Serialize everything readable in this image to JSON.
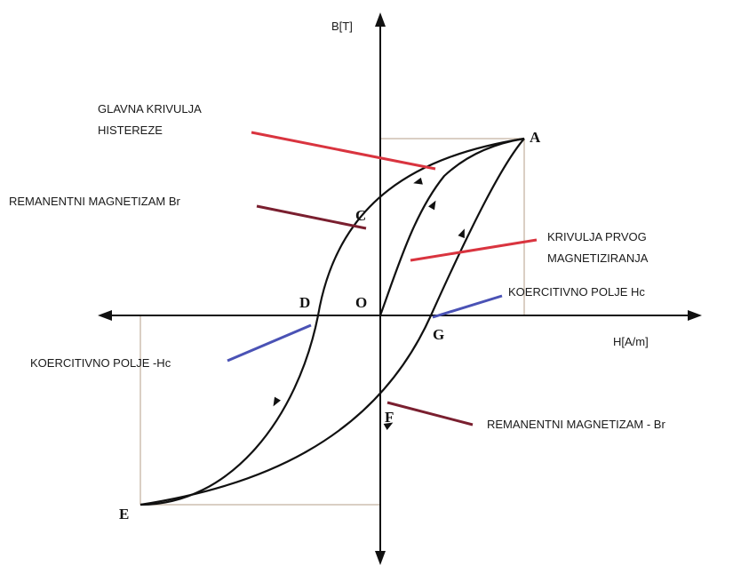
{
  "axes": {
    "y_label": "B[T]",
    "x_label": "H[A/m]"
  },
  "points": {
    "A": "A",
    "C": "C",
    "D": "D",
    "O": "O",
    "G": "G",
    "F": "F",
    "E": "E"
  },
  "annotations": {
    "glavna_line1": "GLAVNA KRIVULJA",
    "glavna_line2": "HISTEREZE",
    "remanentni_pos": "REMANENTNI MAGNETIZAM Br",
    "krivulja_line1": "KRIVULJA PRVOG",
    "krivulja_line2": "MAGNETIZIRANJA",
    "koercitivno_pos": "KOERCITIVNO POLJE Hc",
    "koercitivno_neg": "KOERCITIVNO POLJE -Hc",
    "remanentni_neg": "REMANENTNI MAGNETIZAM - Br"
  },
  "colors": {
    "curve": "#111111",
    "axis": "#111111",
    "guide": "#cdbfb0",
    "red_leader": "#d9343f",
    "darkred_leader": "#7a1f2f",
    "blue_leader": "#4a52b5"
  }
}
